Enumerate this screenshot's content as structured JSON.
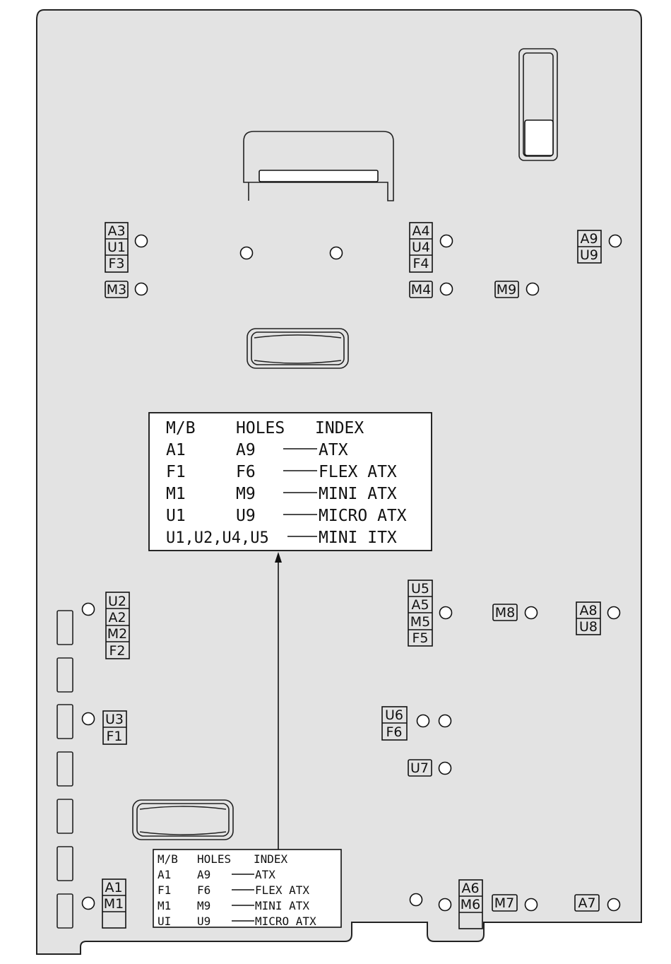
{
  "labels": {
    "A3": "A3",
    "U1": "U1",
    "F3": "F3",
    "M3": "M3",
    "A4": "A4",
    "U4": "U4",
    "F4": "F4",
    "M4": "M4",
    "M9": "M9",
    "A9": "A9",
    "U9": "U9",
    "U2": "U2",
    "A2": "A2",
    "M2": "M2",
    "F2": "F2",
    "U3": "U3",
    "F1": "F1",
    "U5": "U5",
    "A5": "A5",
    "M5": "M5",
    "F5": "F5",
    "M8": "M8",
    "A8": "A8",
    "U8": "U8",
    "U6": "U6",
    "F6": "F6",
    "U7": "U7",
    "A1": "A1",
    "M1": "M1",
    "A6": "A6",
    "M6": "M6",
    "M7": "M7",
    "A7": "A7"
  },
  "index_large": {
    "header": {
      "col1": "M/B",
      "col2": "HOLES",
      "col3": "INDEX"
    },
    "rows": [
      {
        "col1": "A1",
        "col2": "A9",
        "col3": "ATX"
      },
      {
        "col1": "F1",
        "col2": "F6",
        "col3": "FLEX ATX"
      },
      {
        "col1": "M1",
        "col2": "M9",
        "col3": "MINI ATX"
      },
      {
        "col1": "U1",
        "col2": "U9",
        "col3": "MICRO ATX"
      }
    ],
    "last_row": {
      "col1": "U1,U2,U4,U5",
      "col3": "MINI ITX"
    }
  },
  "index_small": {
    "header": {
      "col1": "M/B",
      "col2": "HOLES",
      "col3": "INDEX"
    },
    "rows": [
      {
        "col1": "A1",
        "col2": "A9",
        "col3": "ATX"
      },
      {
        "col1": "F1",
        "col2": "F6",
        "col3": "FLEX ATX"
      },
      {
        "col1": "M1",
        "col2": "M9",
        "col3": "MINI ATX"
      },
      {
        "col1": "UI",
        "col2": "U9",
        "col3": "MICRO ATX"
      }
    ]
  }
}
